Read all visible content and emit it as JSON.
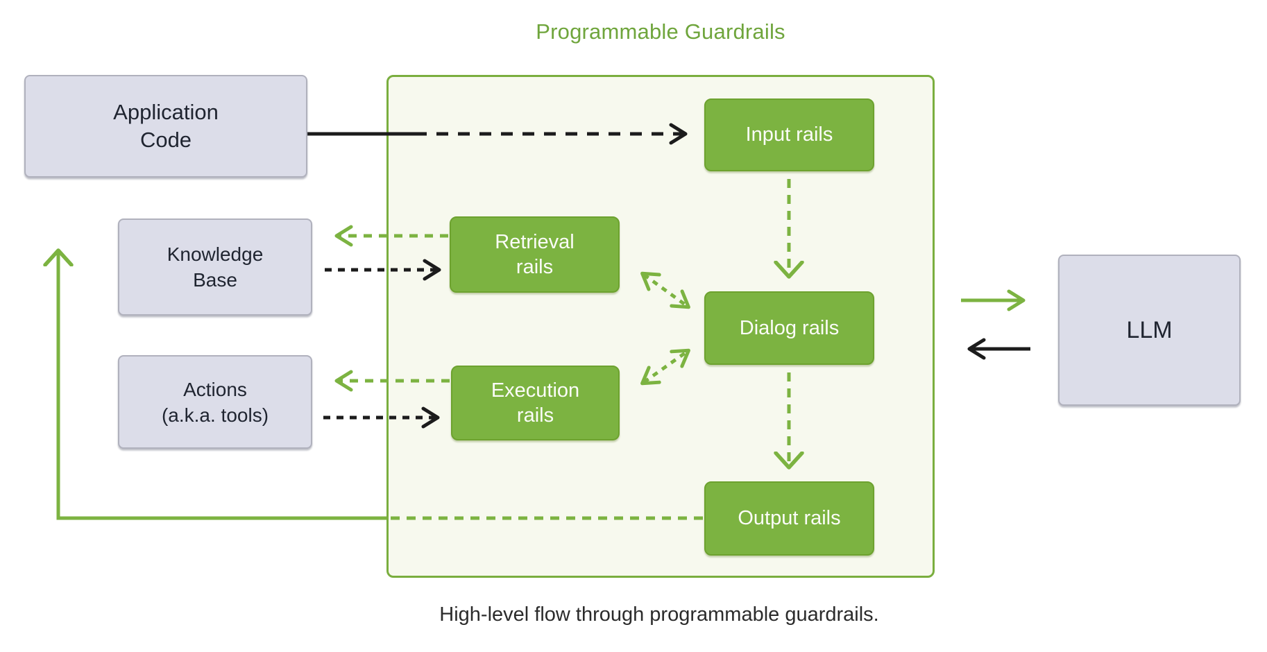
{
  "title": "Programmable Guardrails",
  "caption": "High-level flow through programmable guardrails.",
  "nodes": {
    "application_code": {
      "label": "Application Code",
      "lines": [
        "Application",
        "Code"
      ]
    },
    "knowledge_base": {
      "label": "Knowledge Base",
      "lines": [
        "Knowledge",
        "Base"
      ]
    },
    "actions": {
      "label": "Actions (a.k.a. tools)",
      "lines": [
        "Actions",
        "(a.k.a. tools)"
      ]
    },
    "input_rails": {
      "label": "Input rails"
    },
    "retrieval_rails": {
      "label": "Retrieval rails",
      "lines": [
        "Retrieval",
        "rails"
      ]
    },
    "dialog_rails": {
      "label": "Dialog rails"
    },
    "execution_rails": {
      "label": "Execution rails",
      "lines": [
        "Execution",
        "rails"
      ]
    },
    "output_rails": {
      "label": "Output rails"
    },
    "llm": {
      "label": "LLM"
    }
  },
  "edges": [
    {
      "from": "application_code",
      "to": "input_rails",
      "style": "solid-then-dashed",
      "color": "black"
    },
    {
      "from": "retrieval_rails",
      "to": "knowledge_base",
      "style": "dashed",
      "color": "green"
    },
    {
      "from": "knowledge_base",
      "to": "retrieval_rails",
      "style": "dashed",
      "color": "black"
    },
    {
      "from": "execution_rails",
      "to": "actions",
      "style": "dashed",
      "color": "green"
    },
    {
      "from": "actions",
      "to": "execution_rails",
      "style": "dashed",
      "color": "black"
    },
    {
      "from": "input_rails",
      "to": "dialog_rails",
      "style": "dashed",
      "color": "green"
    },
    {
      "from": "dialog_rails",
      "to": "output_rails",
      "style": "dashed",
      "color": "green"
    },
    {
      "from": "retrieval_rails",
      "to": "dialog_rails",
      "style": "dashed-bidirectional",
      "color": "green"
    },
    {
      "from": "execution_rails",
      "to": "dialog_rails",
      "style": "dashed-bidirectional",
      "color": "green"
    },
    {
      "from": "guardrails_container",
      "to": "llm",
      "style": "solid",
      "color": "green"
    },
    {
      "from": "llm",
      "to": "guardrails_container",
      "style": "solid",
      "color": "black"
    },
    {
      "from": "output_rails",
      "to": "application_code",
      "style": "dashed-then-solid",
      "color": "green"
    }
  ],
  "colors": {
    "rail_green_fill": "#7cb341",
    "rail_green_border": "#6da22f",
    "container_bg": "#f7f9ee",
    "container_border": "#7aae3e",
    "title_green": "#6fa53c",
    "node_lavender_fill": "#dcdde9",
    "node_lavender_border": "#b0b1bd",
    "text_dark": "#1f2430",
    "arrow_black": "#1c1c1c",
    "arrow_green": "#7cb341",
    "rail_text_white": "#fbfcf8",
    "page_bg": "#ffffff"
  }
}
